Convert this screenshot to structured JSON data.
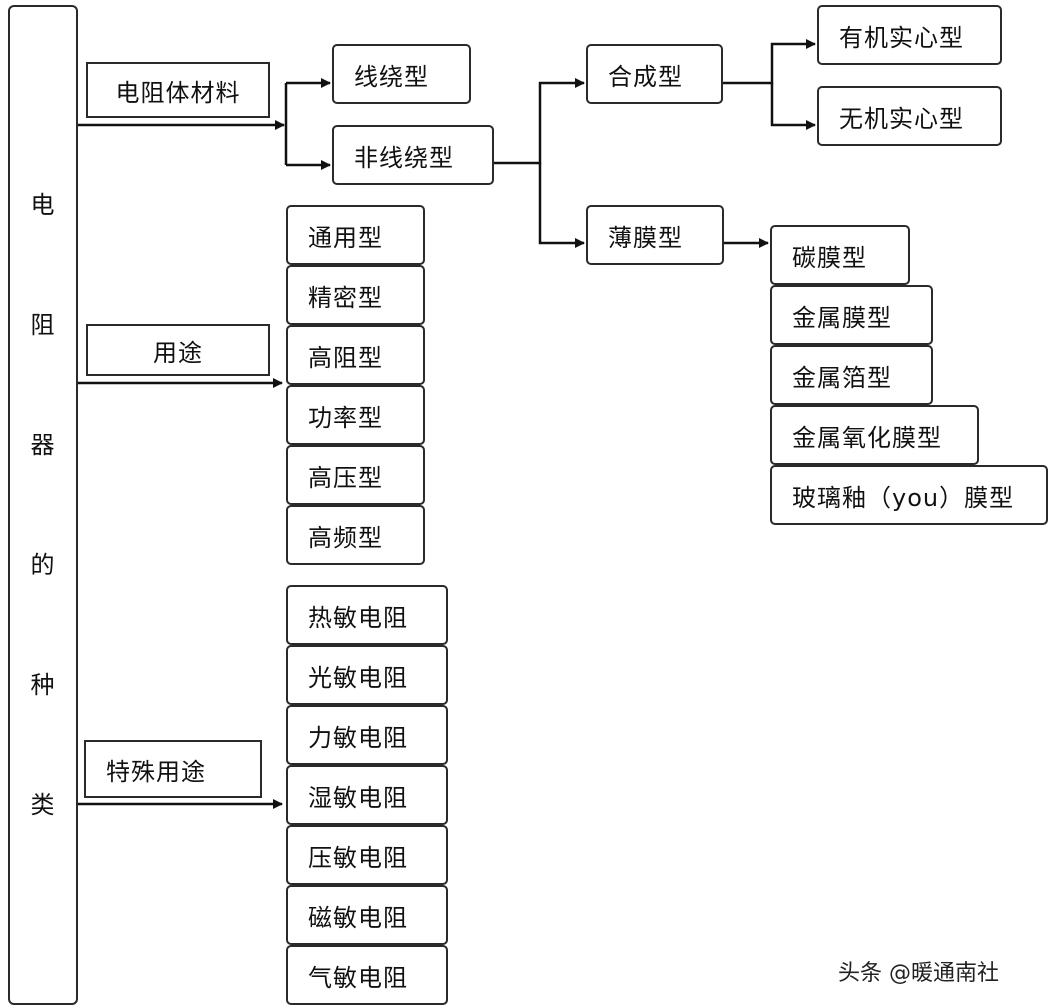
{
  "root": {
    "chars": [
      "电",
      "阻",
      "器",
      "的",
      "种",
      "类"
    ]
  },
  "categories": {
    "material": "电阻体材料",
    "use": "用途",
    "special": "特殊用途"
  },
  "material_types": {
    "wirewound": "线绕型",
    "non_wirewound": "非线绕型",
    "synthetic": "合成型",
    "organic_solid": "有机实心型",
    "inorganic_solid": "无机实心型",
    "thin_film": "薄膜型",
    "film_items": [
      "碳膜型",
      "金属膜型",
      "金属箔型",
      "金属氧化膜型",
      "玻璃釉（you）膜型"
    ]
  },
  "use_items": [
    "通用型",
    "精密型",
    "高阻型",
    "功率型",
    "高压型",
    "高频型"
  ],
  "special_items": [
    "热敏电阻",
    "光敏电阻",
    "力敏电阻",
    "湿敏电阻",
    "压敏电阻",
    "磁敏电阻",
    "气敏电阻"
  ],
  "watermark": "头条 @暖通南社"
}
